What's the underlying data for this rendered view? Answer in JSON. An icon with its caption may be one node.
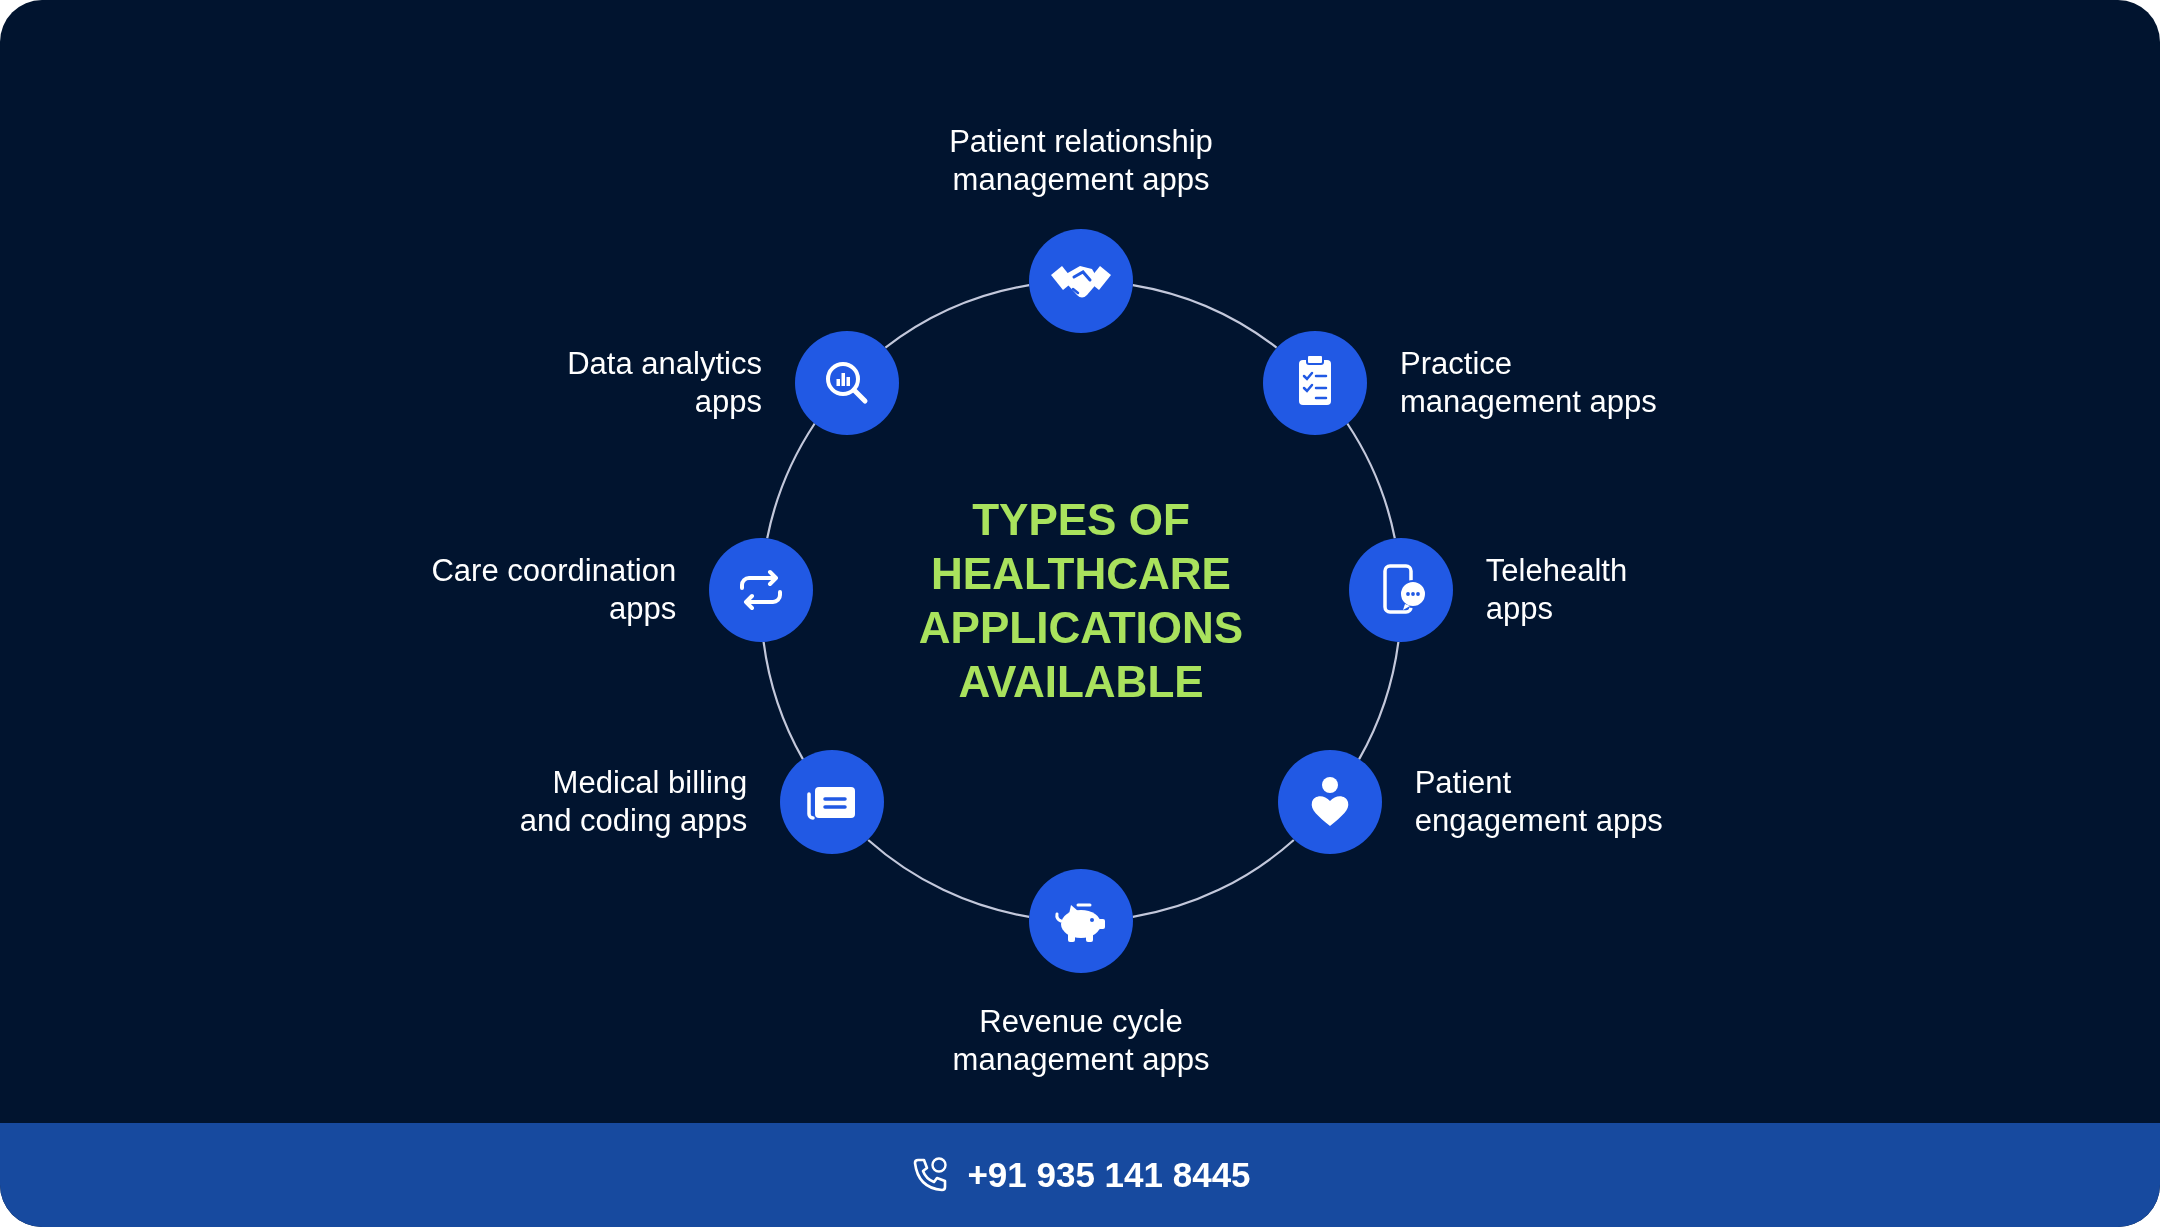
{
  "diagram": {
    "title": "TYPES OF HEALTHCARE APPLICATIONS AVAILABLE",
    "nodes": [
      {
        "text": [
          "Patient relationship management apps"
        ]
      },
      {
        "text": [
          "Practice management apps"
        ]
      },
      {
        "text": [
          "Telehealth apps"
        ]
      },
      {
        "text": [
          "Patient engagement apps"
        ]
      },
      {
        "text": [
          "Revenue cycle management apps"
        ]
      },
      {
        "text": [
          "Medical billing and coding apps"
        ]
      },
      {
        "text": [
          "Care coordination apps"
        ]
      },
      {
        "text": [
          "Data analytics apps"
        ]
      }
    ],
    "edges": [
      {
        "from": 0,
        "to": 1,
        "arrow": "none"
      },
      {
        "from": 1,
        "to": 2,
        "arrow": "none"
      },
      {
        "from": 2,
        "to": 3,
        "arrow": "none"
      },
      {
        "from": 3,
        "to": 4,
        "arrow": "none"
      },
      {
        "from": 4,
        "to": 5,
        "arrow": "none"
      },
      {
        "from": 5,
        "to": 6,
        "arrow": "none"
      },
      {
        "from": 6,
        "to": 7,
        "arrow": "none"
      },
      {
        "from": 7,
        "to": 0,
        "arrow": "none"
      }
    ],
    "labels": [
      "+91 935 141 8445"
    ]
  }
}
